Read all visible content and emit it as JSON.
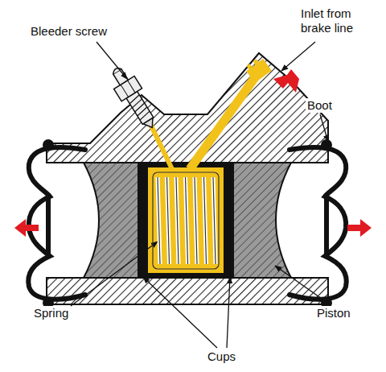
{
  "diagram": {
    "labels": [
      "Bleeder screw",
      "Inlet from brake line",
      "Boot",
      "Spring",
      "Cups",
      "Piston"
    ]
  }
}
